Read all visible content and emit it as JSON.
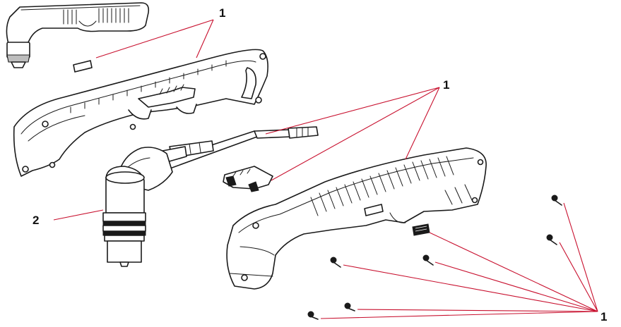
{
  "callouts": {
    "top": "1",
    "middle": "1",
    "left": "2",
    "bottom_right": "1"
  }
}
